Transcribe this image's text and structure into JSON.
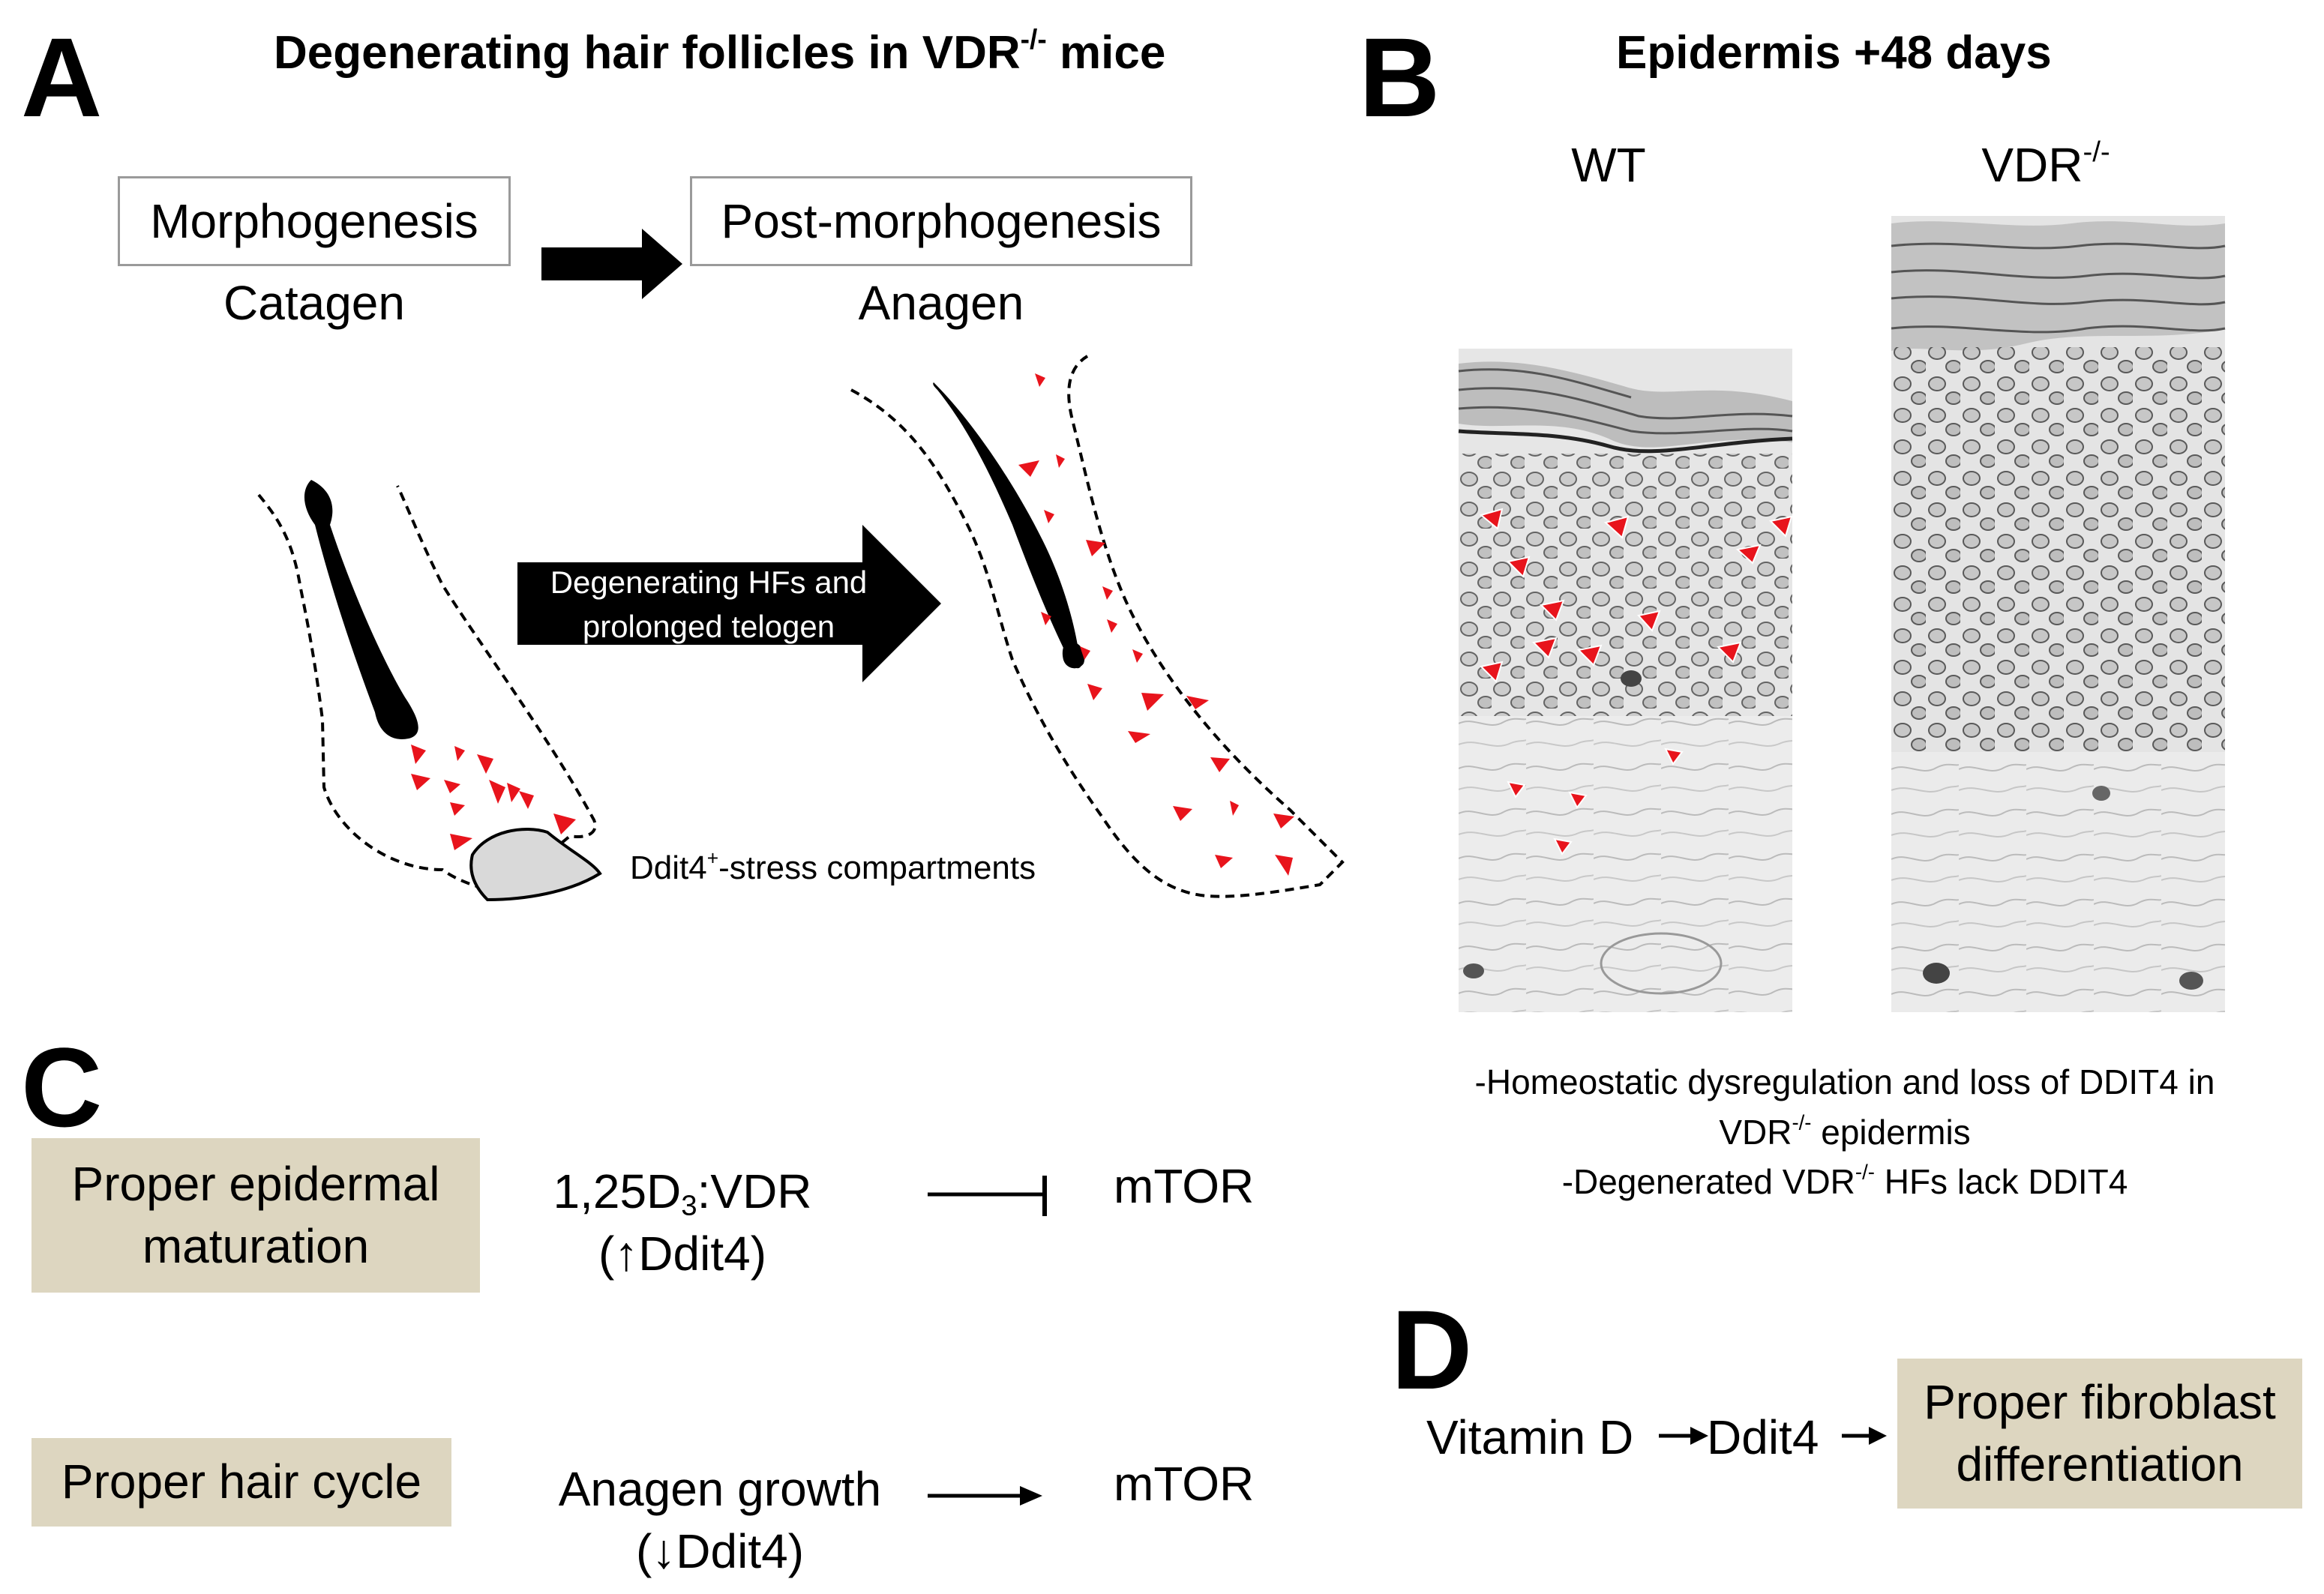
{
  "panel_a": {
    "letter": "A",
    "title_main": "Degenerating hair follicles in VDR",
    "title_sup": "-/-",
    "title_end": " mice",
    "box_left": "Morphogenesis",
    "box_right": "Post-morphogenesis",
    "phase_left": "Catagen",
    "phase_right": "Anagen",
    "center_arrow_line1": "Degenerating HFs and",
    "center_arrow_line2": "prolonged telogen",
    "compartment_pre": "Ddit4",
    "compartment_sup": "+",
    "compartment_post": "-stress compartments"
  },
  "panel_b": {
    "letter": "B",
    "title": "Epidermis +48 days",
    "label_wt": "WT",
    "label_vdr": "VDR",
    "label_vdr_sup": "-/-",
    "note1": "-Homeostatic dysregulation and loss of DDIT4 in",
    "note2_pre": "VDR",
    "note2_sup": "-/-",
    "note2_post": " epidermis",
    "note3_pre": "-Degenerated VDR",
    "note3_sup": "-/-",
    "note3_post": " HFs lack DDIT4"
  },
  "panel_c": {
    "letter": "C",
    "row1_box_line1": "Proper epidermal",
    "row1_box_line2": "maturation",
    "row1_mid_pre": "1,25D",
    "row1_mid_sub": "3",
    "row1_mid_post": ":VDR",
    "row1_mid_line2": "(↑Ddit4)",
    "row1_target": "mTOR",
    "row2_box": "Proper hair cycle",
    "row2_mid_line1": "Anagen growth",
    "row2_mid_line2": "(↓Ddit4)",
    "row2_target": "mTOR"
  },
  "panel_d": {
    "letter": "D",
    "flow_a": "Vitamin D",
    "flow_b": "Ddit4",
    "box_line1": "Proper fibroblast",
    "box_line2": "differentiation"
  },
  "colors": {
    "marker_red": "#e8141c",
    "box_tan": "#ddd6c0",
    "box_border": "#9a9a9a",
    "compartment_gray": "#d9d9d9"
  }
}
